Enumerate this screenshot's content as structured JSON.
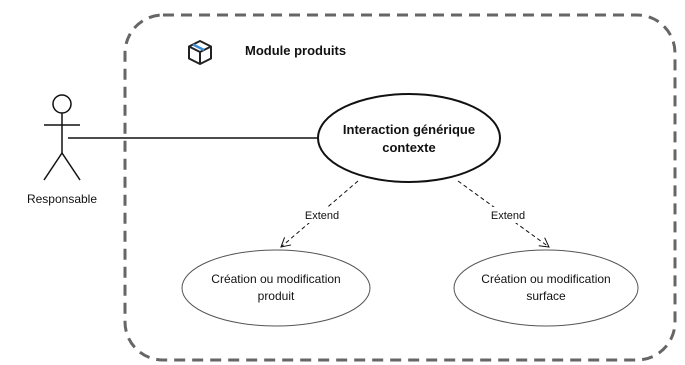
{
  "module": {
    "title": "Module produits",
    "icon": "package-box-icon"
  },
  "actor": {
    "name": "Responsable"
  },
  "use_cases": {
    "main": {
      "line1": "Interaction générique",
      "line2": "contexte"
    },
    "produit": {
      "line1": "Création ou modification",
      "line2": "produit"
    },
    "surface": {
      "line1": "Création ou modification",
      "line2": "surface"
    }
  },
  "relations": {
    "extend_left": "Extend",
    "extend_right": "Extend"
  },
  "colors": {
    "stroke": "#111111",
    "boundary": "#666666",
    "thin_ellipse": "#555555",
    "icon_accent": "#3b8fd9"
  }
}
